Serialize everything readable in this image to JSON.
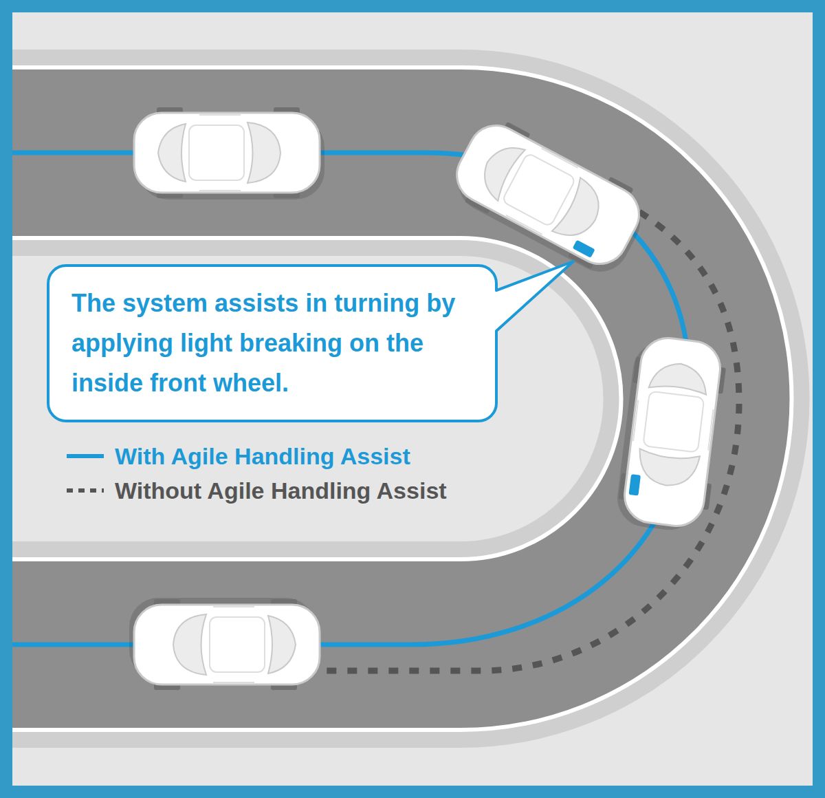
{
  "diagram": {
    "nodes": [
      {
        "text": [
          "The system assists in turning by applying light breaking on the inside front wheel."
        ]
      }
    ],
    "legend": [
      {
        "text": "With Agile Handling Assist"
      },
      {
        "text": "Without Agile Handling Assist"
      }
    ]
  }
}
